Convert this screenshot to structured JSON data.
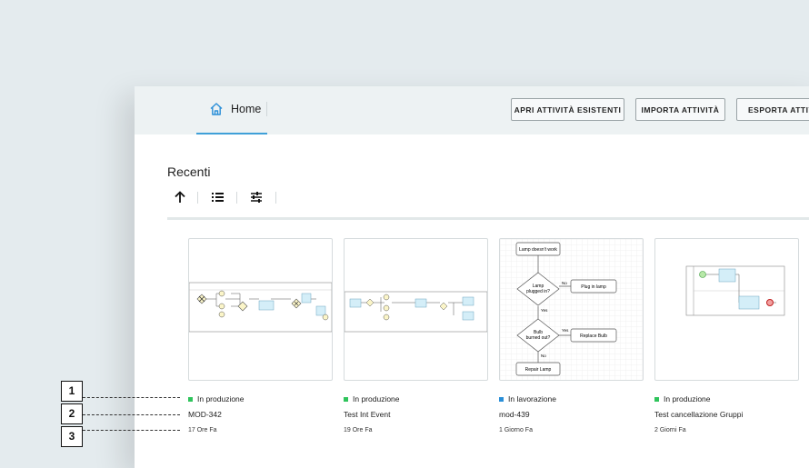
{
  "header": {
    "home_label": "Home",
    "buttons": [
      {
        "label": "APRI ATTIVITÀ ESISTENTI"
      },
      {
        "label": "IMPORTA ATTIVITÀ"
      },
      {
        "label": "ESPORTA ATTIVITÀ"
      }
    ]
  },
  "section": {
    "title": "Recenti",
    "tools": [
      "sort-ascending-icon",
      "list-view-icon",
      "filter-sliders-icon"
    ]
  },
  "cards": [
    {
      "status": "In produzione",
      "status_color": "#2fc45c",
      "name": "MOD-342",
      "time": "17 Ore Fa"
    },
    {
      "status": "In produzione",
      "status_color": "#2fc45c",
      "name": "Test Int Event",
      "time": "19 Ore Fa"
    },
    {
      "status": "In lavorazione",
      "status_color": "#2a8fd8",
      "name": "mod-439",
      "time": "1 Giorno Fa"
    },
    {
      "status": "In produzione",
      "status_color": "#2fc45c",
      "name": "Test cancellazione Gruppi",
      "time": "2 Giorni Fa"
    }
  ],
  "flowchart": {
    "start": "Lamp doesn't work",
    "q1_line1": "Lamp",
    "q1_line2": "plugged in?",
    "no": "No",
    "yes": "Yes",
    "action1": "Plug in lamp",
    "q2_line1": "Bulb",
    "q2_line2": "burned out?",
    "action2": "Replace Bulb",
    "action3": "Repair Lamp"
  },
  "callouts": [
    "1",
    "2",
    "3"
  ],
  "colors": {
    "accent": "#3fa0d8",
    "status_green": "#2fc45c",
    "status_blue": "#2a8fd8"
  }
}
